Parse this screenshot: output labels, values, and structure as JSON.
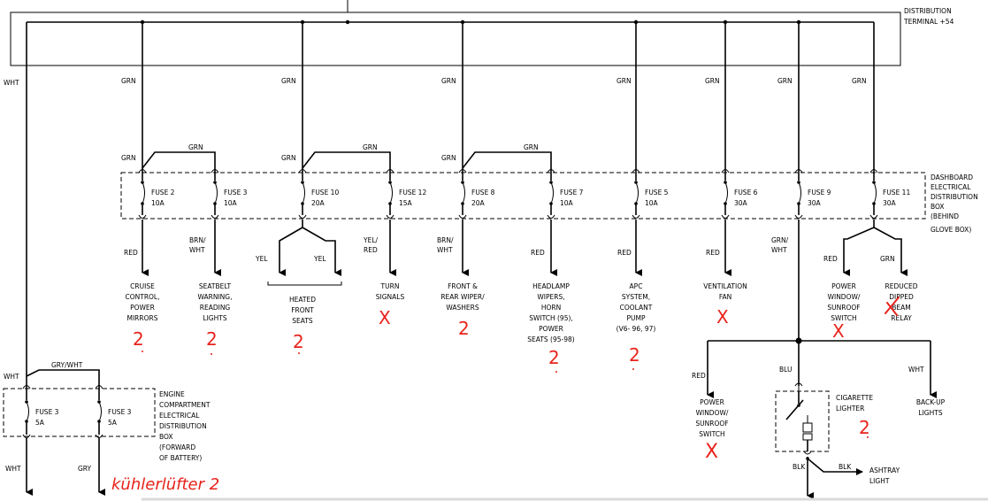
{
  "distribution": {
    "line1": "DISTRIBUTION",
    "line2": "TERMINAL +54"
  },
  "dash_box": {
    "l1": "DASHBOARD",
    "l2": "ELECTRICAL",
    "l3": "DISTRIBUTION",
    "l4": "BOX",
    "l5": "(BEHIND",
    "l6": "GLOVE BOX)"
  },
  "engine_box": {
    "l1": "ENGINE",
    "l2": "COMPARTMENT",
    "l3": "ELECTRICAL",
    "l4": "DISTRIBUTION",
    "l5": "BOX",
    "l6": "(FORWARD",
    "l7": "OF BATTERY)"
  },
  "wire_colors": {
    "wht": "WHT",
    "grn": "GRN",
    "red": "RED",
    "yel": "YEL",
    "brn_wht_1": "BRN/",
    "brn_wht_2": "WHT",
    "yel_red_1": "YEL/",
    "yel_red_2": "RED",
    "grn_wht_1": "GRN/",
    "grn_wht_2": "WHT",
    "gry_wht": "GRY/WHT",
    "gry": "GRY",
    "blu": "BLU",
    "blk": "BLK"
  },
  "fuses": [
    {
      "name": "FUSE 2",
      "rating": "10A"
    },
    {
      "name": "FUSE 3",
      "rating": "10A"
    },
    {
      "name": "FUSE 10",
      "rating": "20A"
    },
    {
      "name": "FUSE 12",
      "rating": "15A"
    },
    {
      "name": "FUSE 8",
      "rating": "20A"
    },
    {
      "name": "FUSE 7",
      "rating": "10A"
    },
    {
      "name": "FUSE 5",
      "rating": "10A"
    },
    {
      "name": "FUSE 6",
      "rating": "30A"
    },
    {
      "name": "FUSE 9",
      "rating": "30A"
    },
    {
      "name": "FUSE 11",
      "rating": "30A"
    }
  ],
  "engine_fuses": [
    {
      "name": "FUSE 3",
      "rating": "5A"
    },
    {
      "name": "FUSE 3",
      "rating": "5A"
    }
  ],
  "loads": {
    "cruise": [
      "CRUISE",
      "CONTROL,",
      "POWER",
      "MIRRORS"
    ],
    "seatbelt": [
      "SEATBELT",
      "WARNING,",
      "READING",
      "LIGHTS"
    ],
    "heated": [
      "HEATED",
      "FRONT",
      "SEATS"
    ],
    "turn": [
      "TURN",
      "SIGNALS"
    ],
    "wiper": [
      "FRONT &",
      "REAR WIPER/",
      "WASHERS"
    ],
    "headlamp": [
      "HEADLAMP",
      "WIPERS,",
      "HORN",
      "SWITCH (95),",
      "POWER",
      "SEATS (95-98)"
    ],
    "apc": [
      "APC",
      "SYSTEM,",
      "COOLANT",
      "PUMP",
      "(V6- 96, 97)"
    ],
    "vent": [
      "VENTILATION",
      "FAN"
    ],
    "pw_sunroof": [
      "POWER",
      "WINDOW/",
      "SUNROOF",
      "SWITCH"
    ],
    "reduced": [
      "REDUCED",
      "DIPPED",
      "BEAM",
      "RELAY"
    ],
    "pw_switch": [
      "POWER",
      "WINDOW/",
      "SUNROOF",
      "SWITCH"
    ],
    "cigarette": [
      "CIGARETTE",
      "LIGHTER"
    ],
    "backup": [
      "BACK-UP",
      "LIGHTS"
    ],
    "ashtray": [
      "ASHTRAY",
      "LIGHT"
    ]
  },
  "annotations": {
    "two": "2",
    "cross": "X",
    "note": "kühlerlüfter 2"
  },
  "colors": {
    "annotation": "#e8231b",
    "line": "#000000"
  }
}
